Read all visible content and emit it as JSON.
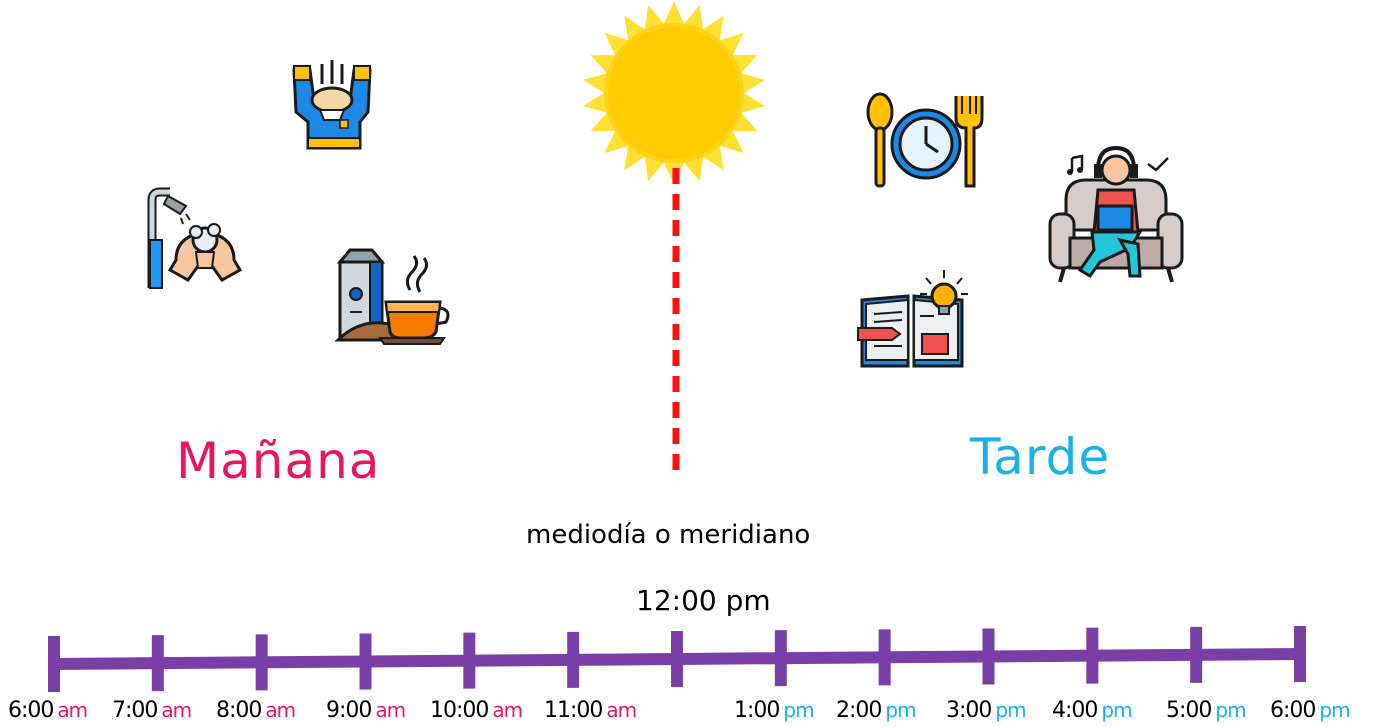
{
  "colors": {
    "morning": "#e8175d",
    "afternoon": "#1ab0e8",
    "timeline": "#7a3fa6",
    "noon_line": "#ff1010",
    "sun_core": "#ffcc00",
    "sun_rays": "#ffe033"
  },
  "labels": {
    "morning": "Mañana",
    "afternoon": "Tarde",
    "noon_caption": "mediodía o meridiano",
    "noon_time": "12:00 pm"
  },
  "icons": [
    "shower-icon",
    "stretching-icon",
    "breakfast-icon",
    "sun-icon",
    "lunch-time-icon",
    "study-book-icon",
    "relaxing-music-icon"
  ],
  "timeline": {
    "ticks": [
      {
        "time": "6:00",
        "suffix": "am"
      },
      {
        "time": "7:00",
        "suffix": "am"
      },
      {
        "time": "8:00",
        "suffix": "am"
      },
      {
        "time": "9:00",
        "suffix": "am"
      },
      {
        "time": "10:00",
        "suffix": "am"
      },
      {
        "time": "11:00",
        "suffix": "am"
      },
      {
        "time": "",
        "suffix": ""
      },
      {
        "time": "1:00",
        "suffix": "pm"
      },
      {
        "time": "2:00",
        "suffix": "pm"
      },
      {
        "time": "3:00",
        "suffix": "pm"
      },
      {
        "time": "4:00",
        "suffix": "pm"
      },
      {
        "time": "5:00",
        "suffix": "pm"
      },
      {
        "time": "6:00",
        "suffix": "pm"
      }
    ]
  }
}
